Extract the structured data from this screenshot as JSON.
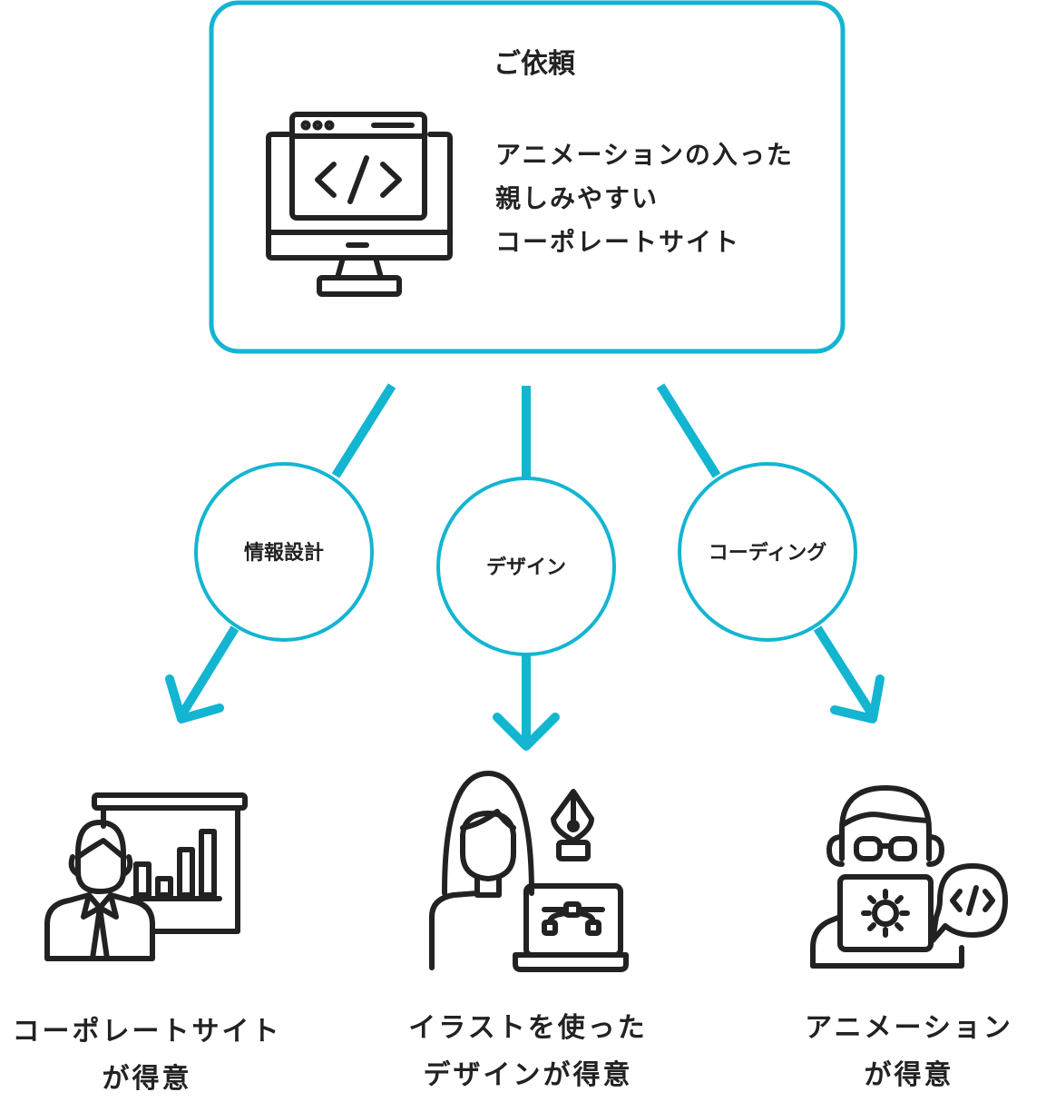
{
  "request": {
    "title": "ご依頼",
    "description_lines": [
      "アニメーションの入った",
      "親しみやすい",
      "コーポレートサイト"
    ],
    "icon": "monitor-code-icon"
  },
  "steps": [
    {
      "label": "情報設計",
      "result_lines": [
        "コーポレートサイト",
        "が得意"
      ],
      "icon": "presenter-chart-icon"
    },
    {
      "label": "デザイン",
      "result_lines": [
        "イラストを使った",
        "デザインが得意"
      ],
      "icon": "designer-pen-laptop-icon"
    },
    {
      "label": "コーディング",
      "result_lines": [
        "アニメーション",
        "が得意"
      ],
      "icon": "developer-code-icon"
    }
  ],
  "colors": {
    "accent": "#13b5d1",
    "text": "#222222",
    "icon": "#222222",
    "background": "#ffffff"
  }
}
